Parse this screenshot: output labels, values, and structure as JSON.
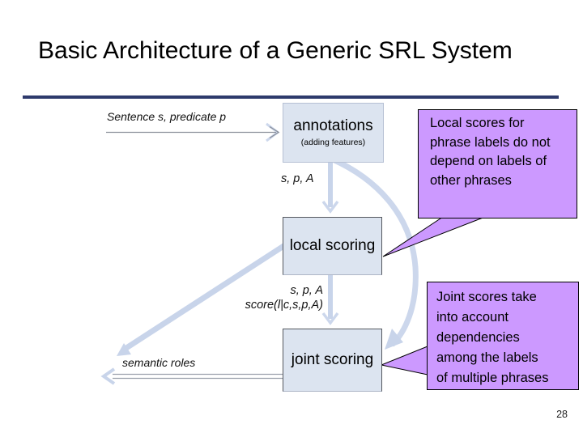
{
  "slide": {
    "title": "Basic Architecture of a Generic SRL System",
    "page_number": "28"
  },
  "diagram": {
    "input_label": "Sentence s, predicate p",
    "annotations_box": {
      "label": "annotations",
      "sublabel": "(adding features)"
    },
    "spa_top": "s, p, A",
    "local_box": {
      "label": "local scoring"
    },
    "spa_mid": "s, p, A",
    "score_label": "score(l|c,s,p,A)",
    "joint_box": {
      "label": "joint scoring"
    },
    "output_label": "semantic roles"
  },
  "callouts": {
    "local": {
      "text": "Local scores for\nphrase labels do not\ndepend on labels of\nother phrases"
    },
    "joint": {
      "text": "Joint scores take\ninto account\ndependencies\namong the labels\nof multiple phrases"
    }
  },
  "colors": {
    "title_rule": "#2e3a6c",
    "box_fill": "#dce4f0",
    "box_border_light": "#b6c0d4",
    "box_border_dark": "#55585f",
    "callout_fill": "#cc99ff",
    "callout_border": "#000000",
    "thick_arrow": "#c8d4ea",
    "arc_arrow": "#ccd7ec",
    "thin_line": "#8b909a",
    "text": "#000000"
  }
}
